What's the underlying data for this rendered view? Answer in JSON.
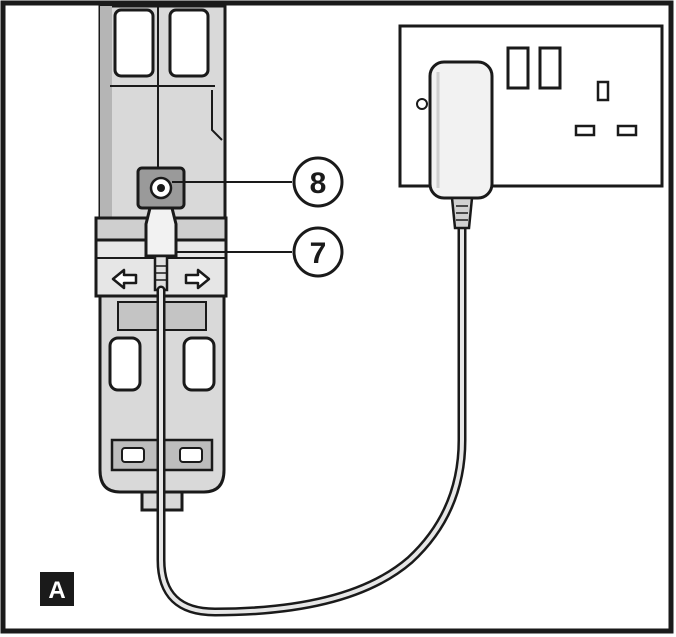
{
  "figure": {
    "panel_label": "A",
    "callouts": [
      {
        "number": "8",
        "target": "charging-socket"
      },
      {
        "number": "7",
        "target": "charger-plug"
      }
    ]
  },
  "colors": {
    "ink": "#1a1a1a",
    "tool_body": "#d9d9d9",
    "tool_dark": "#b5b5b5",
    "background": "#ffffff"
  }
}
